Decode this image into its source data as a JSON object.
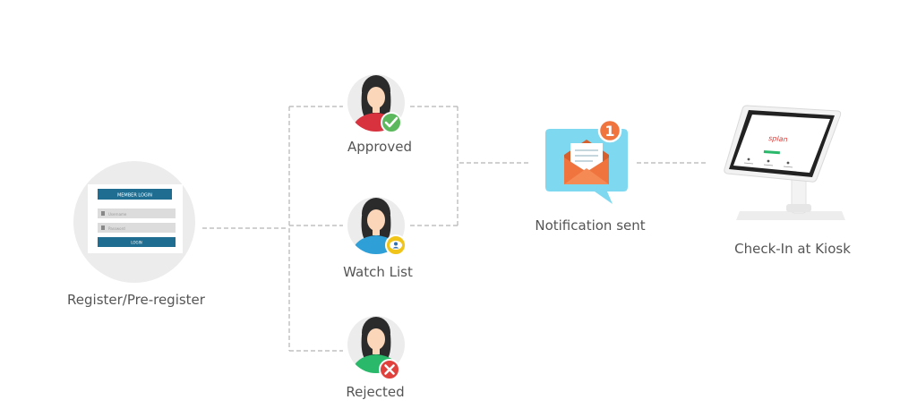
{
  "nodes": {
    "register": {
      "label": "Register/Pre-register"
    },
    "approved": {
      "label": "Approved"
    },
    "watch_list": {
      "label": "Watch List"
    },
    "rejected": {
      "label": "Rejected"
    },
    "notification": {
      "label": "Notification sent",
      "badge": "1"
    },
    "kiosk": {
      "label": "Check-In at Kiosk",
      "brand": "splan"
    }
  },
  "login_form": {
    "title": "MEMBER LOGIN",
    "username_placeholder": "Username",
    "password_placeholder": "Password",
    "button": "LOGIN"
  },
  "colors": {
    "connector": "#b5b5b5",
    "approved_badge": "#5cb85c",
    "watch_badge": "#f0c419",
    "rejected_badge": "#e0413c",
    "notification_bg": "#7dd8f0",
    "envelope": "#f0743e",
    "badge": "#f0743e",
    "login_header": "#1f6e91",
    "register_circle": "#ececec"
  },
  "icons": {
    "approved": "check-icon",
    "watch_list": "user-eye-icon",
    "rejected": "close-icon",
    "notification": "envelope-icon"
  }
}
